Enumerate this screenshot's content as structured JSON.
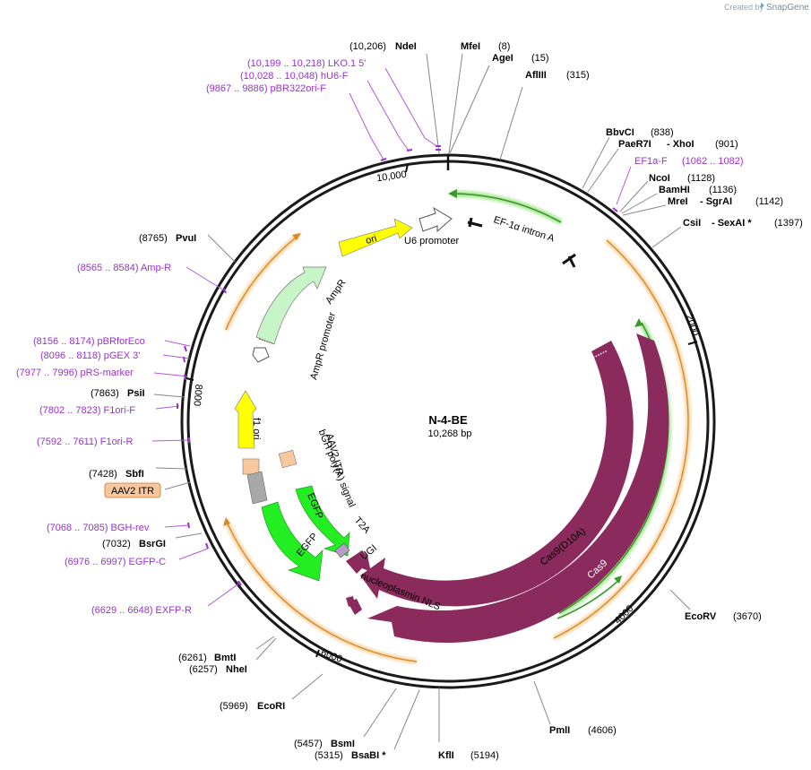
{
  "credit": {
    "created_by": "Created by",
    "brand": "SnapGene"
  },
  "plasmid": {
    "name": "N-4-BE",
    "size_label": "10,268 bp",
    "length": 10268
  },
  "ticks": [
    {
      "pos": 0,
      "label": "10,000",
      "at": 10000
    },
    {
      "pos": 2000,
      "label": "2000"
    },
    {
      "pos": 4000,
      "label": "4000"
    },
    {
      "pos": 6000,
      "label": "6000"
    },
    {
      "pos": 8000,
      "label": "8000"
    }
  ],
  "sites": [
    {
      "id": "ndei",
      "name": "NdeI",
      "pos_label": "(10,206)",
      "pos": 10206
    },
    {
      "id": "mfei",
      "name": "MfeI",
      "pos_label": "(8)",
      "pos": 8
    },
    {
      "id": "agei",
      "name": "AgeI",
      "pos_label": "(15)",
      "pos": 15
    },
    {
      "id": "aflii",
      "name": "AflIII",
      "pos_label": "(315)",
      "pos": 315
    },
    {
      "id": "bbvci",
      "name": "BbvCI",
      "pos_label": "(838)",
      "pos": 838
    },
    {
      "id": "paer7i",
      "name": "PaeR7I",
      "extra": "- XhoI",
      "pos_label": "(901)",
      "pos": 901
    },
    {
      "id": "ncoi",
      "name": "NcoI",
      "pos_label": "(1128)",
      "pos": 1128
    },
    {
      "id": "bamhi",
      "name": "BamHI",
      "pos_label": "(1136)",
      "pos": 1136
    },
    {
      "id": "mrei",
      "name": "MreI",
      "extra": "- SgrAI",
      "pos_label": "(1142)",
      "pos": 1142
    },
    {
      "id": "csii",
      "name": "CsiI",
      "extra": "- SexAI *",
      "pos_label": "(1397)",
      "pos": 1397
    },
    {
      "id": "ecorv",
      "name": "EcoRV",
      "pos_label": "(3670)",
      "pos": 3670
    },
    {
      "id": "pmli",
      "name": "PmlI",
      "pos_label": "(4606)",
      "pos": 4606
    },
    {
      "id": "kfli",
      "name": "KflI",
      "pos_label": "(5194)",
      "pos": 5194
    },
    {
      "id": "bsabi",
      "name": "BsaBI *",
      "pos_label": "(5315)",
      "pos": 5315
    },
    {
      "id": "bsmi",
      "name": "BsmI",
      "pos_label": "(5457)",
      "pos": 5457
    },
    {
      "id": "ecori",
      "name": "EcoRI",
      "pos_label": "(5969)",
      "pos": 5969
    },
    {
      "id": "nhei",
      "name": "NheI",
      "pos_label": "(6257)",
      "pos": 6257
    },
    {
      "id": "bmti",
      "name": "BmtI",
      "pos_label": "(6261)",
      "pos": 6261
    },
    {
      "id": "bsrgi",
      "name": "BsrGI",
      "pos_label": "(7032)",
      "pos": 7032
    },
    {
      "id": "sbfi",
      "name": "SbfI",
      "pos_label": "(7428)",
      "pos": 7428
    },
    {
      "id": "psii",
      "name": "PsiI",
      "pos_label": "(7863)",
      "pos": 7863
    },
    {
      "id": "pvui",
      "name": "PvuI",
      "pos_label": "(8765)",
      "pos": 8765
    }
  ],
  "primers": [
    {
      "id": "lko",
      "label": "(10,199 .. 10,218)  LKO.1 5'"
    },
    {
      "id": "hu6f",
      "label": "(10,028 .. 10,048)  hU6-F"
    },
    {
      "id": "pbr322",
      "label": "(9867 .. 9886)  pBR322ori-F"
    },
    {
      "id": "ef1af",
      "label": "EF1a-F",
      "range": "(1062 .. 1082)"
    },
    {
      "id": "ampr",
      "label": "(8565 .. 8584)  Amp-R"
    },
    {
      "id": "pbrforeco",
      "label": "(8156 .. 8174)  pBRforEco"
    },
    {
      "id": "pgex",
      "label": "(8096 .. 8118)  pGEX 3'"
    },
    {
      "id": "prs",
      "label": "(7977 .. 7996)  pRS-marker"
    },
    {
      "id": "f1orif",
      "label": "(7802 .. 7823)  F1ori-F"
    },
    {
      "id": "f1orir",
      "label": "(7592 .. 7611)  F1ori-R"
    },
    {
      "id": "bghrev",
      "label": "(7068 .. 7085)  BGH-rev"
    },
    {
      "id": "egfpc",
      "label": "(6976 .. 6997)  EGFP-C"
    },
    {
      "id": "exfpr",
      "label": "(6629 .. 6648)  EXFP-R"
    }
  ],
  "features": {
    "ori": "ori",
    "u6": "U6 promoter",
    "ef1a": "EF-1α intron A",
    "ampr": "AmpR",
    "ampr_promoter": "AmpR promoter",
    "f1ori": "f1 ori",
    "bgh": "bGH poly(A) signal",
    "aav2_itr_inner": "AAV2 ITR",
    "aav2_itr_box": "AAV2 ITR",
    "egfp1": "EGFP",
    "egfp2": "EGFP",
    "t2a": "T2A",
    "ugi": "UGI",
    "cas9d10a": "Cas9(D10A)",
    "cas9": "Cas9",
    "nls": "nucleoplasmin NLS"
  },
  "colors": {
    "backbone": "#1a1a1a",
    "primer": "#9b30d0",
    "cas": "#8b2a5c",
    "ori": "#ffff00",
    "ampr": "#c8f5c8",
    "egfp": "#22ee22",
    "itr": "#f8c89c",
    "bgh": "#a8a8a8",
    "orange_glow": "#f0b460",
    "green_glow": "#aee89a"
  }
}
